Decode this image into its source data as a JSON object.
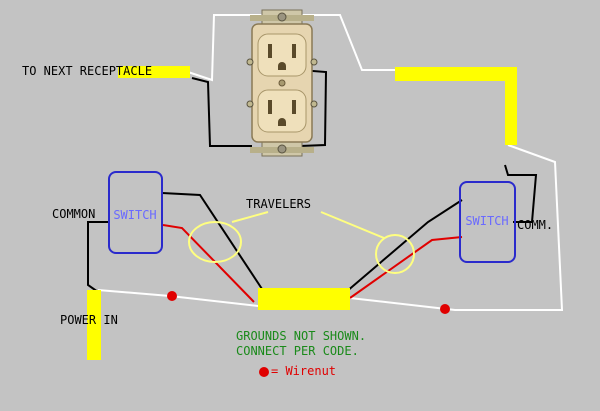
{
  "labels": {
    "to_next_receptacle": "TO NEXT RECEPTACLE",
    "common": "COMMON",
    "travelers": "TRAVELERS",
    "power_in": "POWER IN",
    "comm": "COMM.",
    "switch_left": "SWITCH",
    "switch_right": "SWITCH",
    "grounds_line1": "GROUNDS NOT SHOWN.",
    "grounds_line2": "CONNECT PER CODE.",
    "wirenut_legend": "= Wirenut"
  },
  "colors": {
    "background": "#c3c3c3",
    "hot_wire": "#000000",
    "neutral_wire": "#ffffff",
    "traveler_red": "#e00000",
    "conduit_yellow": "#ffff00",
    "switch_outline": "#2a2acc",
    "switch_text": "#6a6aff",
    "note_green": "#1a8a1a",
    "wirenut_red": "#e00000",
    "receptacle_ivory": "#e6d5b0"
  }
}
